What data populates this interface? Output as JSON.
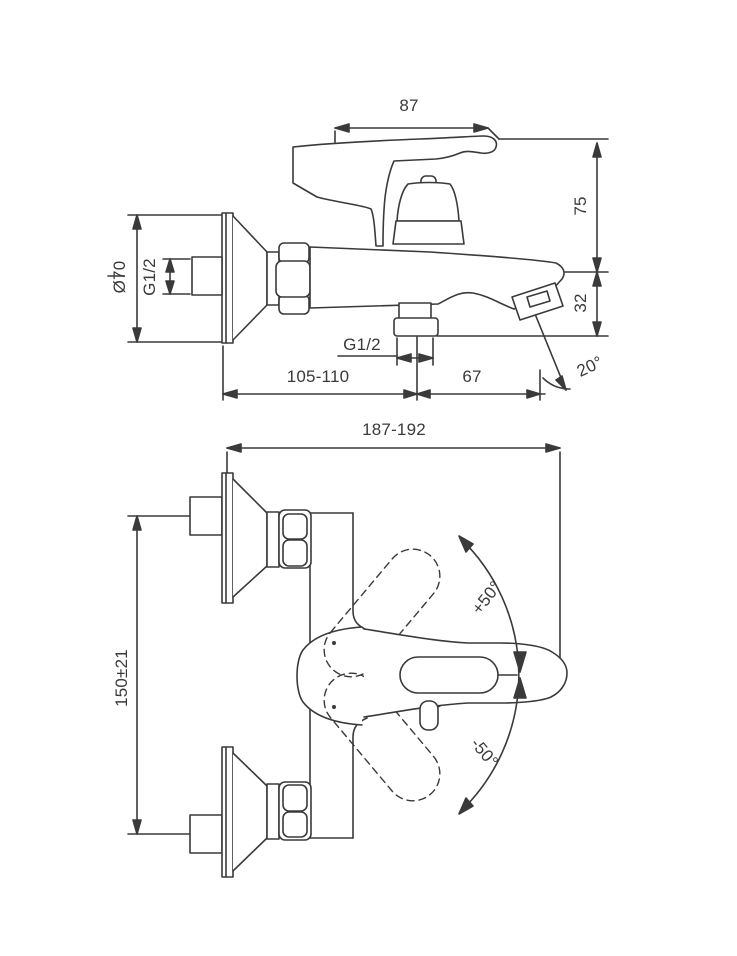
{
  "figure": {
    "type": "technical-drawing",
    "subject": "wall-mounted single-lever bath mixer faucet, two orthographic views with dimensions",
    "background_color": "#ffffff",
    "line_color": "#3a3a3c",
    "text_color": "#3a3a3c"
  },
  "side_view": {
    "labels": {
      "lever_length": "87",
      "height_upper": "75",
      "spout_drop": "32",
      "flange_diameter": "Ø70",
      "inlet_thread": "G1/2",
      "outlet_thread": "G1/2",
      "wall_to_outlet": "105-110",
      "outlet_to_tip": "67",
      "spout_angle": "20°"
    }
  },
  "plan_view": {
    "labels": {
      "overall_width": "187-192",
      "inlet_spacing": "150±21",
      "swing_up": "+50°",
      "swing_down": "-50°"
    }
  }
}
